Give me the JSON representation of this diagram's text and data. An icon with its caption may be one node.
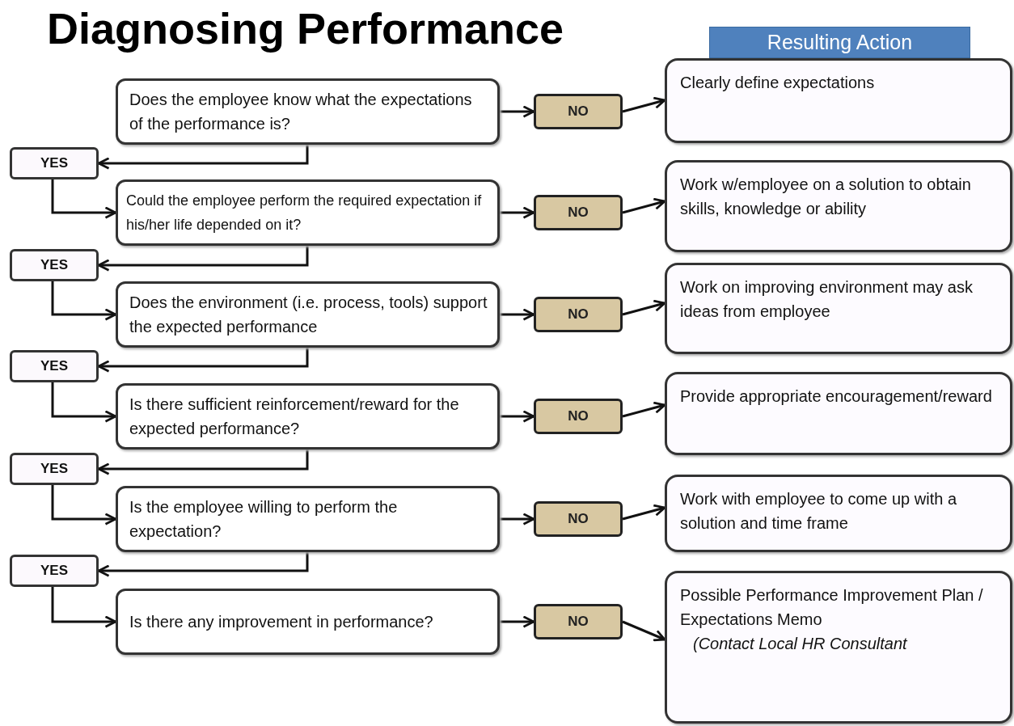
{
  "diagram": {
    "title": "Diagnosing Performance",
    "nodes": [
      {
        "text": [
          "Resulting Action"
        ]
      },
      {
        "text": [
          "Does the employee know what the expectations of the performance is?"
        ]
      },
      {
        "text": [
          "NO"
        ]
      },
      {
        "text": [
          "Clearly define expectations"
        ]
      },
      {
        "text": [
          "YES"
        ]
      },
      {
        "text": [
          "Could the employee perform the required expectation if his/her life depended on it?"
        ]
      },
      {
        "text": [
          "NO"
        ]
      },
      {
        "text": [
          "Work w/employee on a solution to obtain skills, knowledge or ability"
        ]
      },
      {
        "text": [
          "YES"
        ]
      },
      {
        "text": [
          "Does the environment (i.e. process, tools) support the expected performance"
        ]
      },
      {
        "text": [
          "NO"
        ]
      },
      {
        "text": [
          "Work on improving environment may ask ideas from employee"
        ]
      },
      {
        "text": [
          "YES"
        ]
      },
      {
        "text": [
          "Is there sufficient reinforcement/reward for the expected performance?"
        ]
      },
      {
        "text": [
          "NO"
        ]
      },
      {
        "text": [
          "Provide appropriate encouragement/reward"
        ]
      },
      {
        "text": [
          "YES"
        ]
      },
      {
        "text": [
          "Is the employee willing to perform the expectation?"
        ]
      },
      {
        "text": [
          "NO"
        ]
      },
      {
        "text": [
          "Work with employee to come up with a solution and time frame"
        ]
      },
      {
        "text": [
          "YES"
        ]
      },
      {
        "text": [
          "Is there any improvement in performance?"
        ]
      },
      {
        "text": [
          "NO"
        ]
      },
      {
        "text": [
          "Possible Performance Improvement Plan / Expectations Memo",
          "*(Contact Local HR Consultant*"
        ]
      }
    ],
    "edges": [
      {
        "from": 1,
        "to": 2,
        "arrow": "to"
      },
      {
        "from": 2,
        "to": 3,
        "arrow": "to"
      },
      {
        "from": 1,
        "to": 4,
        "arrow": "to"
      },
      {
        "from": 4,
        "to": 5,
        "arrow": "to"
      },
      {
        "from": 5,
        "to": 6,
        "arrow": "to"
      },
      {
        "from": 6,
        "to": 7,
        "arrow": "to"
      },
      {
        "from": 5,
        "to": 8,
        "arrow": "to"
      },
      {
        "from": 8,
        "to": 9,
        "arrow": "to"
      },
      {
        "from": 9,
        "to": 10,
        "arrow": "to"
      },
      {
        "from": 10,
        "to": 11,
        "arrow": "to"
      },
      {
        "from": 9,
        "to": 12,
        "arrow": "to"
      },
      {
        "from": 12,
        "to": 13,
        "arrow": "to"
      },
      {
        "from": 13,
        "to": 14,
        "arrow": "to"
      },
      {
        "from": 14,
        "to": 15,
        "arrow": "to"
      },
      {
        "from": 13,
        "to": 16,
        "arrow": "to"
      },
      {
        "from": 16,
        "to": 17,
        "arrow": "to"
      },
      {
        "from": 17,
        "to": 18,
        "arrow": "to"
      },
      {
        "from": 18,
        "to": 19,
        "arrow": "to"
      },
      {
        "from": 17,
        "to": 20,
        "arrow": "to"
      },
      {
        "from": 20,
        "to": 21,
        "arrow": "to"
      },
      {
        "from": 21,
        "to": 22,
        "arrow": "to"
      },
      {
        "from": 22,
        "to": 23,
        "arrow": "to"
      }
    ]
  }
}
